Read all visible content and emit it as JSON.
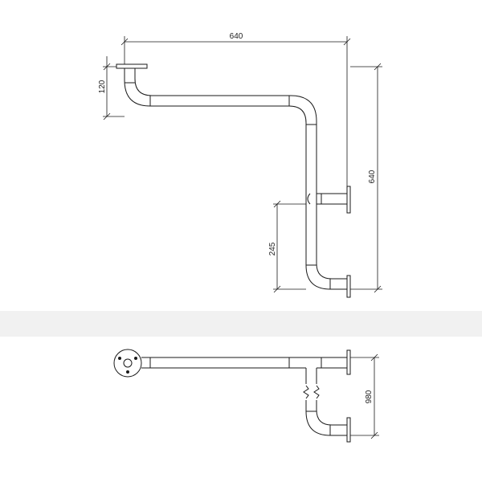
{
  "colors": {
    "line": "#1a1a1a",
    "band": "#f1f1f1",
    "background": "#ffffff"
  },
  "top_view": {
    "dimensions": {
      "width": "640",
      "height": "640",
      "offset": "120",
      "lower": "245"
    }
  },
  "bottom_view": {
    "dimensions": {
      "depth": "980"
    }
  }
}
